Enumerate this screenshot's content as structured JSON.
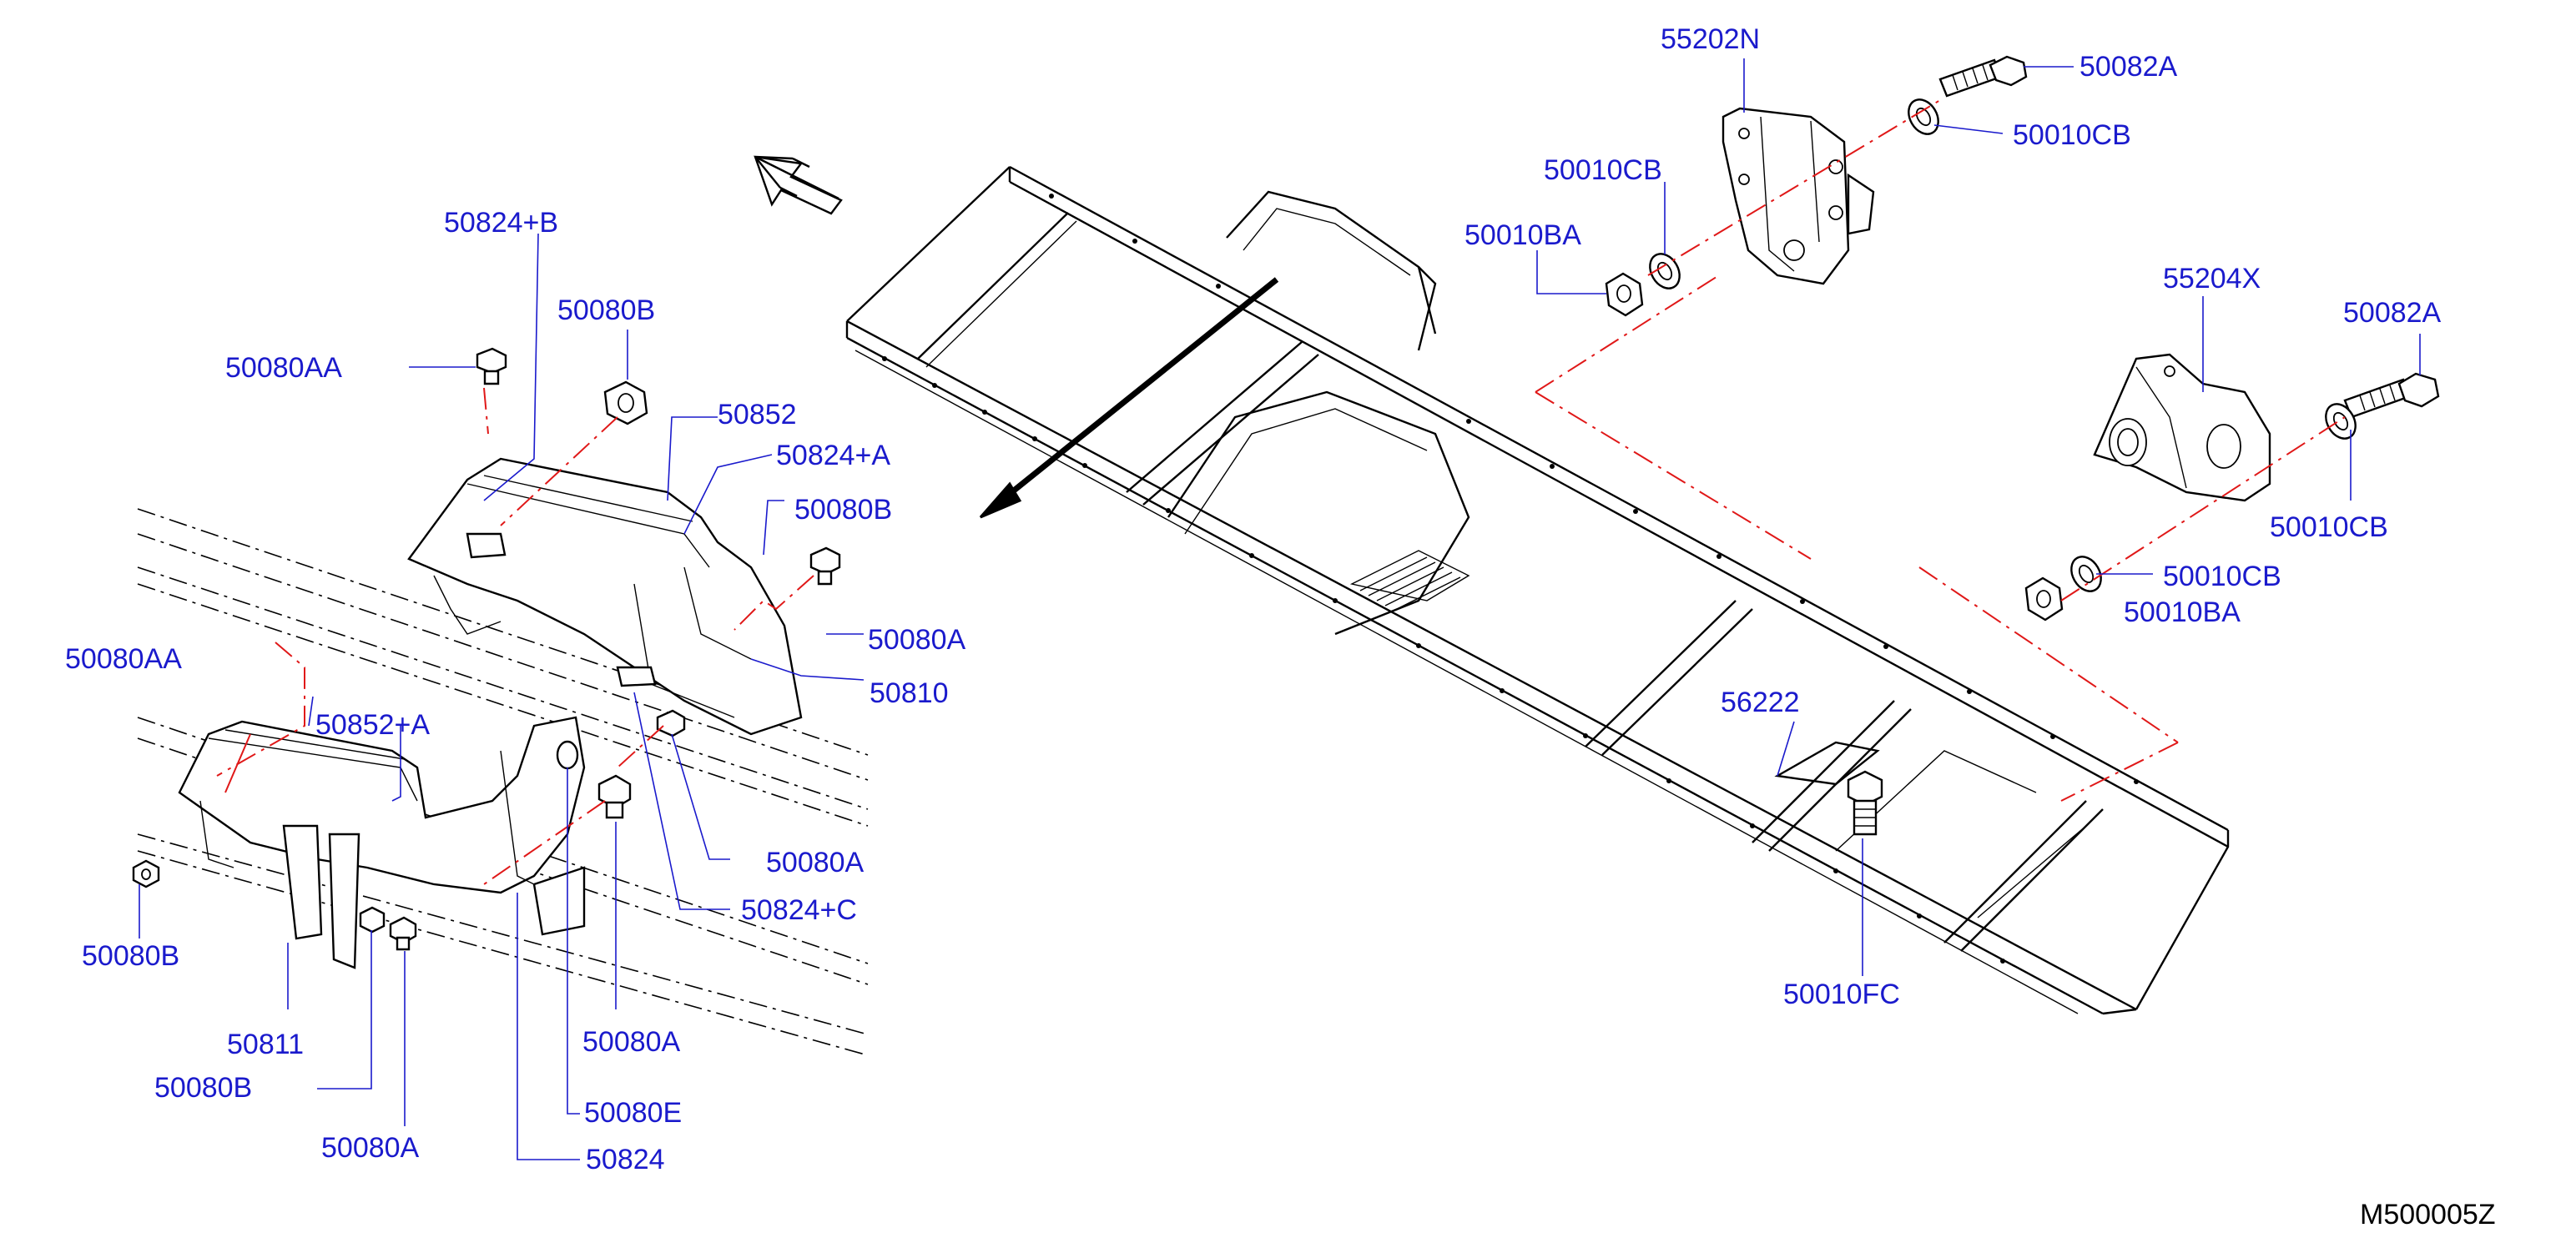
{
  "labels": {
    "l55202N": "55202N",
    "l50082A_top": "50082A",
    "l50010CB_top_r": "50010CB",
    "l50010CB_top_l": "50010CB",
    "l50010BA_top": "50010BA",
    "l55204X": "55204X",
    "l50082A_mid": "50082A",
    "l50010CB_mid": "50010CB",
    "l50010CB_low": "50010CB",
    "l50010BA_low": "50010BA",
    "l56222": "56222",
    "l50010FC": "50010FC",
    "l50824B": "50824+B",
    "l50080B_top": "50080B",
    "l50080AA": "50080AA",
    "l50852": "50852",
    "l50824A": "50824+A",
    "l50080B_r": "50080B",
    "l50080A_r": "50080A",
    "l50080A_left": "50080AA",
    "l50810": "50810",
    "l50852A": "50852+A",
    "l50080A_mid": "50080A",
    "l50824C": "50824+C",
    "l50080B_left": "50080B",
    "l50811": "50811",
    "l50080A_low": "50080A",
    "l50080B_low": "50080B",
    "l50080E": "50080E",
    "l50080A_bottom": "50080A",
    "l50824": "50824"
  },
  "diagram_code": "M500005Z",
  "colors": {
    "label": "#1a1acc",
    "leader": "#1a1acc",
    "reference_line": "#e01818",
    "drawing": "#000000"
  },
  "icons": {
    "front_arrow": "front-direction-arrow",
    "view_arrow": "view-direction-arrow"
  }
}
